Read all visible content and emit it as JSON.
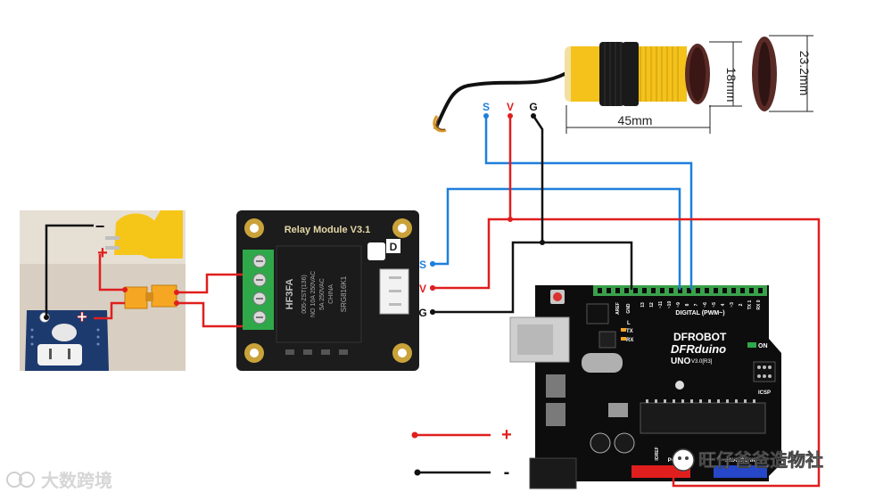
{
  "sensor": {
    "pins": {
      "s": "S",
      "v": "V",
      "g": "G"
    }
  },
  "dimensions": {
    "diameter_small": "18mm",
    "diameter_large": "23.2mm",
    "length": "45mm"
  },
  "relay": {
    "title": "Relay Module V3.1",
    "relay_part": "HF3FA",
    "relay_spec": [
      "005-ZST(136)",
      "NO 10A 250VAC",
      "5A 250VAC"
    ],
    "relay_code": "SRG816K1",
    "relay_origin": "CHINA",
    "badge": "D",
    "pins": {
      "s": "S",
      "v": "V",
      "g": "G"
    }
  },
  "socket": {
    "minus": "−",
    "plus_top": "+",
    "plus_bottom": "+"
  },
  "arduino": {
    "brand": "DFROBOT",
    "name": "DFRduino",
    "model": "UNO",
    "version": "V3.0[R3]",
    "digital_label": "DIGITAL (PWM~)",
    "on_label": "ON",
    "icsp_label": "ICSP",
    "analog_label": "ANALOG IN",
    "tx": "TX",
    "rx": "RX",
    "l": "L",
    "aref": "AREF",
    "gnd": "GND",
    "ioref": "IOREF",
    "power": "POWER",
    "pin_numbers": [
      "13",
      "12",
      "~11",
      "~10",
      "~9",
      "8",
      "7",
      "~6",
      "~5",
      "4",
      "~3",
      "2",
      "TX 1",
      "RX 0"
    ]
  },
  "legend": {
    "plus": "+",
    "minus": "-"
  },
  "watermarks": {
    "left": "大数跨境",
    "right": "旺仔爸爸造物社"
  },
  "colors": {
    "signal": "#1e7fdc",
    "power": "#e01e1e",
    "ground": "#111111",
    "board_blue": "#1d3a6e",
    "relay_board": "#1c1c1c",
    "terminal_green": "#2fa84a",
    "sensor_yellow": "#f4c21a",
    "sensor_dark": "#5a2a26",
    "arduino_board": "#0d0d0d",
    "header_green": "#3aa14b"
  }
}
